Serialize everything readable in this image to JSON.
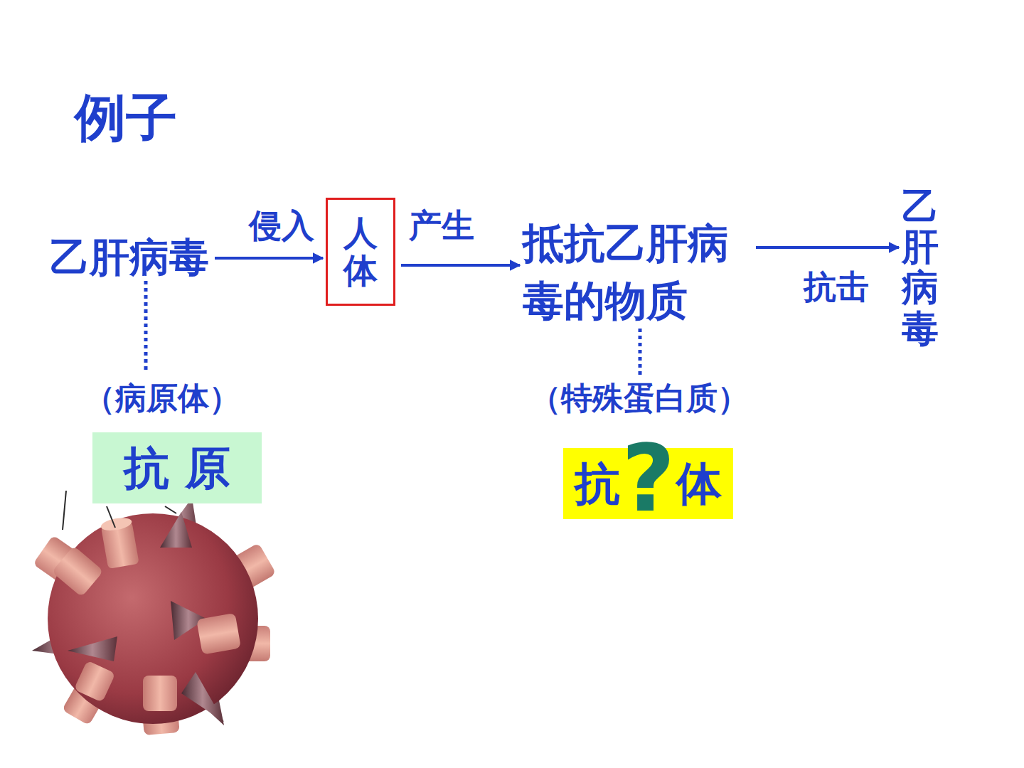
{
  "diagram": {
    "title": "例子",
    "nodes": [
      {
        "text": [
          "乙肝病毒"
        ]
      },
      {
        "text": [
          "人体"
        ]
      },
      {
        "text": [
          "抵抗乙肝病毒的物质"
        ]
      },
      {
        "text": [
          "乙肝病毒"
        ]
      },
      {
        "text": [
          "抗 原"
        ]
      },
      {
        "text": [
          "抗 体"
        ]
      }
    ],
    "edges": [
      {
        "from": 0,
        "to": 1,
        "label": "侵入",
        "arrow": "to"
      },
      {
        "from": 1,
        "to": 2,
        "label": "产生",
        "arrow": "to"
      },
      {
        "from": 2,
        "to": 3,
        "label": "抗击",
        "arrow": "to"
      }
    ],
    "labels": [
      "（病原体）",
      "（特殊蛋白质）",
      "?"
    ]
  }
}
